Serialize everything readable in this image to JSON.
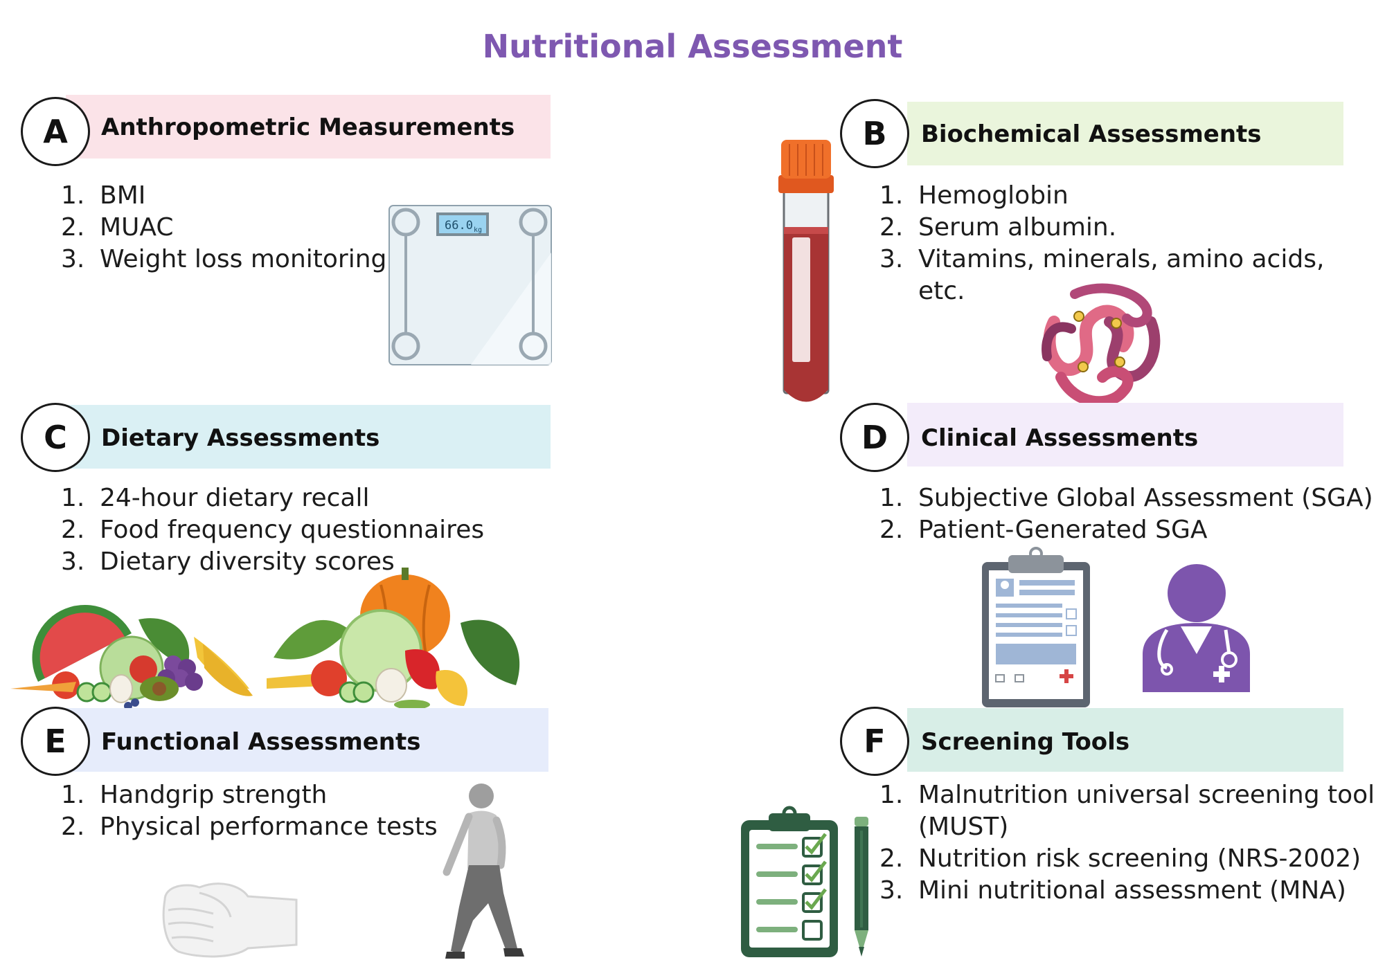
{
  "title": "Nutritional Assessment",
  "colors": {
    "title": "#7e58b0",
    "band_a": "#fbe3e8",
    "band_b": "#eaf5dc",
    "band_c": "#daf0f4",
    "band_d": "#f3ecfa",
    "band_e": "#e6ecfb",
    "band_f": "#d8eee7"
  },
  "sections": [
    {
      "letter": "A",
      "heading": "Anthropometric Measurements",
      "items": [
        {
          "num": "1.",
          "text": "BMI"
        },
        {
          "num": "2.",
          "text": "MUAC"
        },
        {
          "num": "3.",
          "text": "Weight loss monitoring"
        }
      ],
      "icon": "bathroom-scale-icon",
      "scale_reading": "66.0",
      "scale_unit": "kg"
    },
    {
      "letter": "B",
      "heading": "Biochemical Assessments",
      "items": [
        {
          "num": "1.",
          "text": "Hemoglobin"
        },
        {
          "num": "2.",
          "text": "Serum albumin."
        },
        {
          "num": "3.",
          "text": "Vitamins, minerals, amino acids, etc."
        }
      ],
      "icons": [
        "blood-tube-icon",
        "hemoglobin-protein-icon"
      ]
    },
    {
      "letter": "C",
      "heading": "Dietary Assessments",
      "items": [
        {
          "num": "1.",
          "text": "24-hour dietary recall"
        },
        {
          "num": "2.",
          "text": "Food frequency questionnaires"
        },
        {
          "num": "3.",
          "text": "Dietary diversity scores"
        }
      ],
      "icons": [
        "fruits-icon",
        "vegetables-icon"
      ]
    },
    {
      "letter": "D",
      "heading": "Clinical Assessments",
      "items": [
        {
          "num": "1.",
          "text": "Subjective Global Assessment (SGA)"
        },
        {
          "num": "2.",
          "text": "Patient-Generated SGA"
        }
      ],
      "icons": [
        "medical-clipboard-icon",
        "doctor-icon"
      ]
    },
    {
      "letter": "E",
      "heading": "Functional Assessments",
      "items": [
        {
          "num": "1.",
          "text": "Handgrip strength"
        },
        {
          "num": "2.",
          "text": "Physical performance tests"
        }
      ],
      "icons": [
        "fist-icon",
        "walking-person-icon"
      ]
    },
    {
      "letter": "F",
      "heading": "Screening Tools",
      "items": [
        {
          "num": "1.",
          "text": "Malnutrition universal screening tool"
        },
        {
          "num": "",
          "text": "(MUST)"
        },
        {
          "num": "2.",
          "text": "Nutrition risk screening (NRS-2002)"
        },
        {
          "num": "3.",
          "text": "Mini nutritional assessment (MNA)"
        }
      ],
      "icons": [
        "checklist-clipboard-icon",
        "pencil-icon"
      ]
    }
  ]
}
